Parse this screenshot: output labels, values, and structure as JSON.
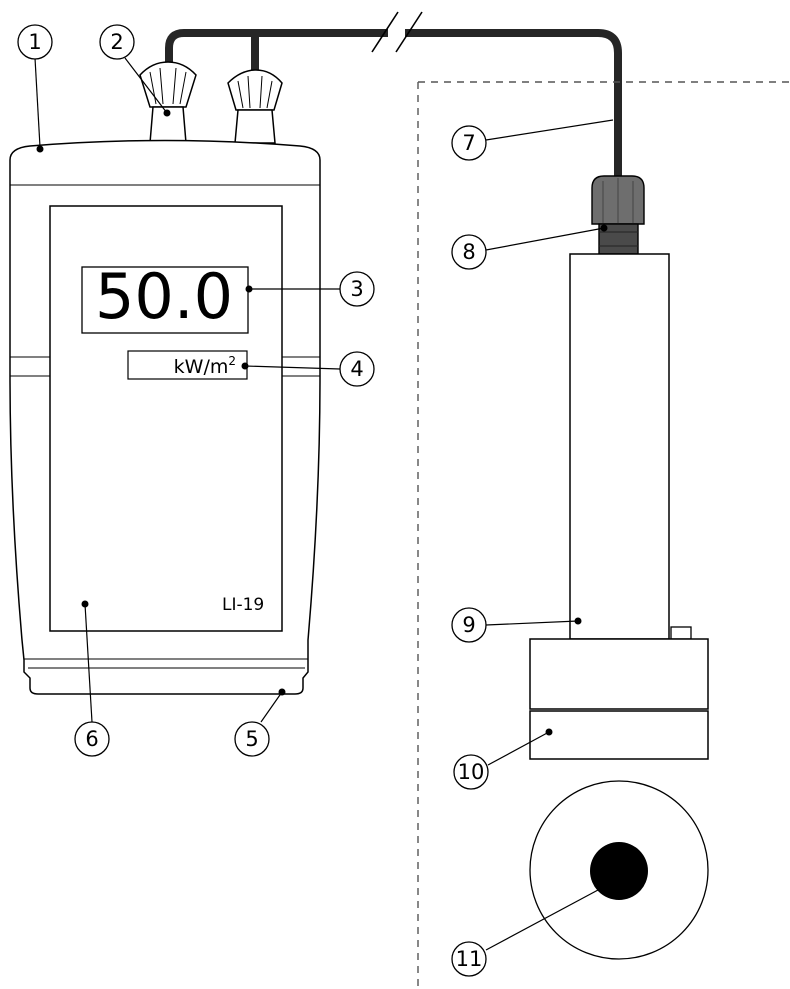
{
  "meter": {
    "reading": "50.0",
    "unit_base": "kW/m",
    "unit_exponent": "2",
    "model": "LI-19"
  },
  "callouts": [
    {
      "id": "1",
      "label": "1"
    },
    {
      "id": "2",
      "label": "2"
    },
    {
      "id": "3",
      "label": "3"
    },
    {
      "id": "4",
      "label": "4"
    },
    {
      "id": "5",
      "label": "5"
    },
    {
      "id": "6",
      "label": "6"
    },
    {
      "id": "7",
      "label": "7"
    },
    {
      "id": "8",
      "label": "8"
    },
    {
      "id": "9",
      "label": "9"
    },
    {
      "id": "10",
      "label": "10"
    },
    {
      "id": "11",
      "label": "11"
    }
  ],
  "colors": {
    "line": "#000000",
    "cable": "#262626",
    "gland": "#6e6e6e",
    "gland_nut": "#4a4a4a",
    "sensor_element": "#000000"
  }
}
